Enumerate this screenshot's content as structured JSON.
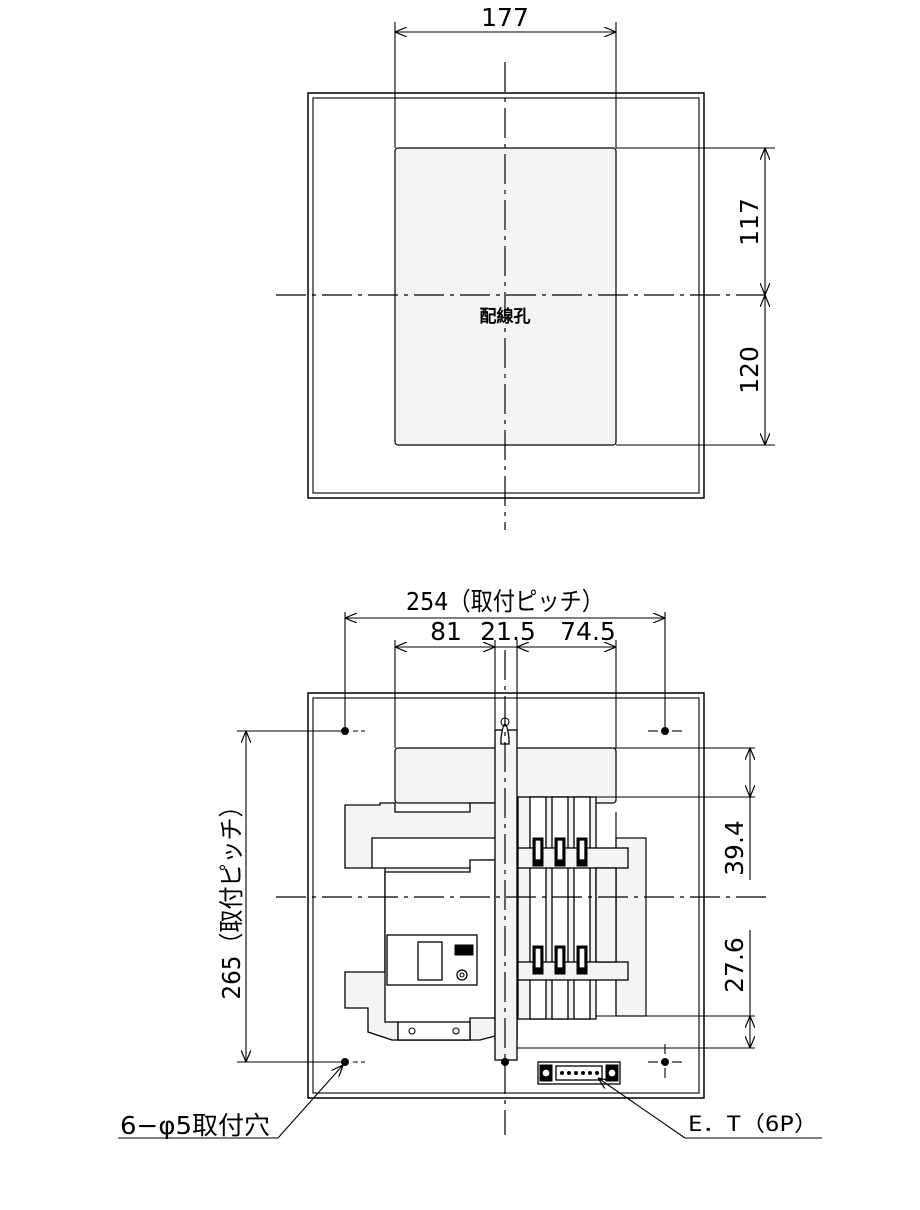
{
  "top_view": {
    "width_dim": "177",
    "upper_height_dim": "117",
    "lower_height_dim": "120",
    "wiring_hole_label": "配線孔"
  },
  "bottom_view": {
    "mount_pitch_h": "254（取付ピッチ）",
    "dim_81": "81",
    "dim_21_5": "21.5",
    "dim_74_5": "74.5",
    "mount_pitch_v": "265（取付ピッチ）",
    "dim_39_4": "39.4",
    "dim_27_6": "27.6",
    "mount_holes_label": "6−φ5取付穴",
    "terminal_label": "E．T（6P）"
  }
}
